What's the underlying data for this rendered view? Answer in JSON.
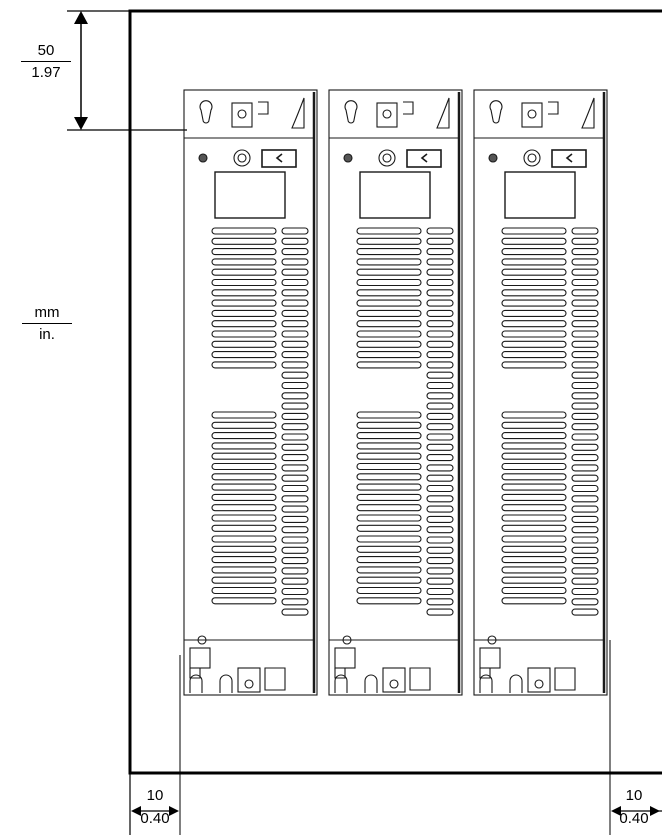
{
  "units": {
    "metric": "mm",
    "imperial": "in."
  },
  "dimensions": {
    "top_clearance": {
      "mm": "50",
      "in": "1.97"
    },
    "left_clearance": {
      "mm": "10",
      "in": "0.40"
    },
    "right_clearance": {
      "mm": "10",
      "in": "0.40"
    }
  },
  "colors": {
    "line": "#000000",
    "module_line": "#1a1a1a",
    "background": "#ffffff",
    "indicator": "#555555"
  },
  "modules": [
    {
      "id": "module-1"
    },
    {
      "id": "module-2"
    },
    {
      "id": "module-3"
    }
  ]
}
